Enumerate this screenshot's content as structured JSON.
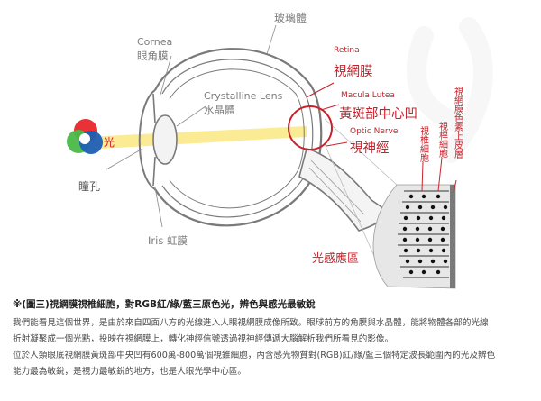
{
  "labels": {
    "cornea_en": "Cornea",
    "cornea_zh": "眼角膜",
    "vitreous": "玻璃體",
    "retina_en": "Retina",
    "retina_zh": "視網膜",
    "lens_en": "Crystalline Lens",
    "lens_zh": "水晶體",
    "macula_en": "Macula Lutea",
    "macula_zh": "黃斑部中心凹",
    "optic_en": "Optic Nerve",
    "optic_zh": "視神經",
    "light": "光",
    "pupil": "瞳孔",
    "iris": "Iris 虹膜",
    "photoreceptor_area": "光感應區",
    "cones": "視椎細胞",
    "rods": "視桿細胞",
    "rpe": "視網膜色素上皮層"
  },
  "colors": {
    "red_accent": "#c8222a",
    "light_beam": "#fbe98a",
    "rgb_red": "#e8262c",
    "rgb_green": "#4bb848",
    "rgb_blue": "#1f5fb4"
  },
  "caption": {
    "title": "※(圖三)視網膜視椎細胞，對RGB紅/綠/藍三原色光，辨色與感光最敏銳",
    "lines": [
      "我們能看見這個世界，是由於來自四面八方的光線進入人眼視網膜成像所致。眼球前方的角膜與水晶體，能將物體各部的光線",
      "折射凝聚成一個光點，投映在視網膜上，轉化神經信號透過視神經傳遞大腦解析我們所看見的影像。",
      "位於人類眼底視網膜黃斑部中央凹有600萬-800萬個視錐細胞，內含感光物質對(RGB)紅/綠/藍三個特定波長範圍內的光及辨色",
      "能力最為敏銳，是視力最敏銳的地方，也是人眼光學中心區。"
    ]
  }
}
